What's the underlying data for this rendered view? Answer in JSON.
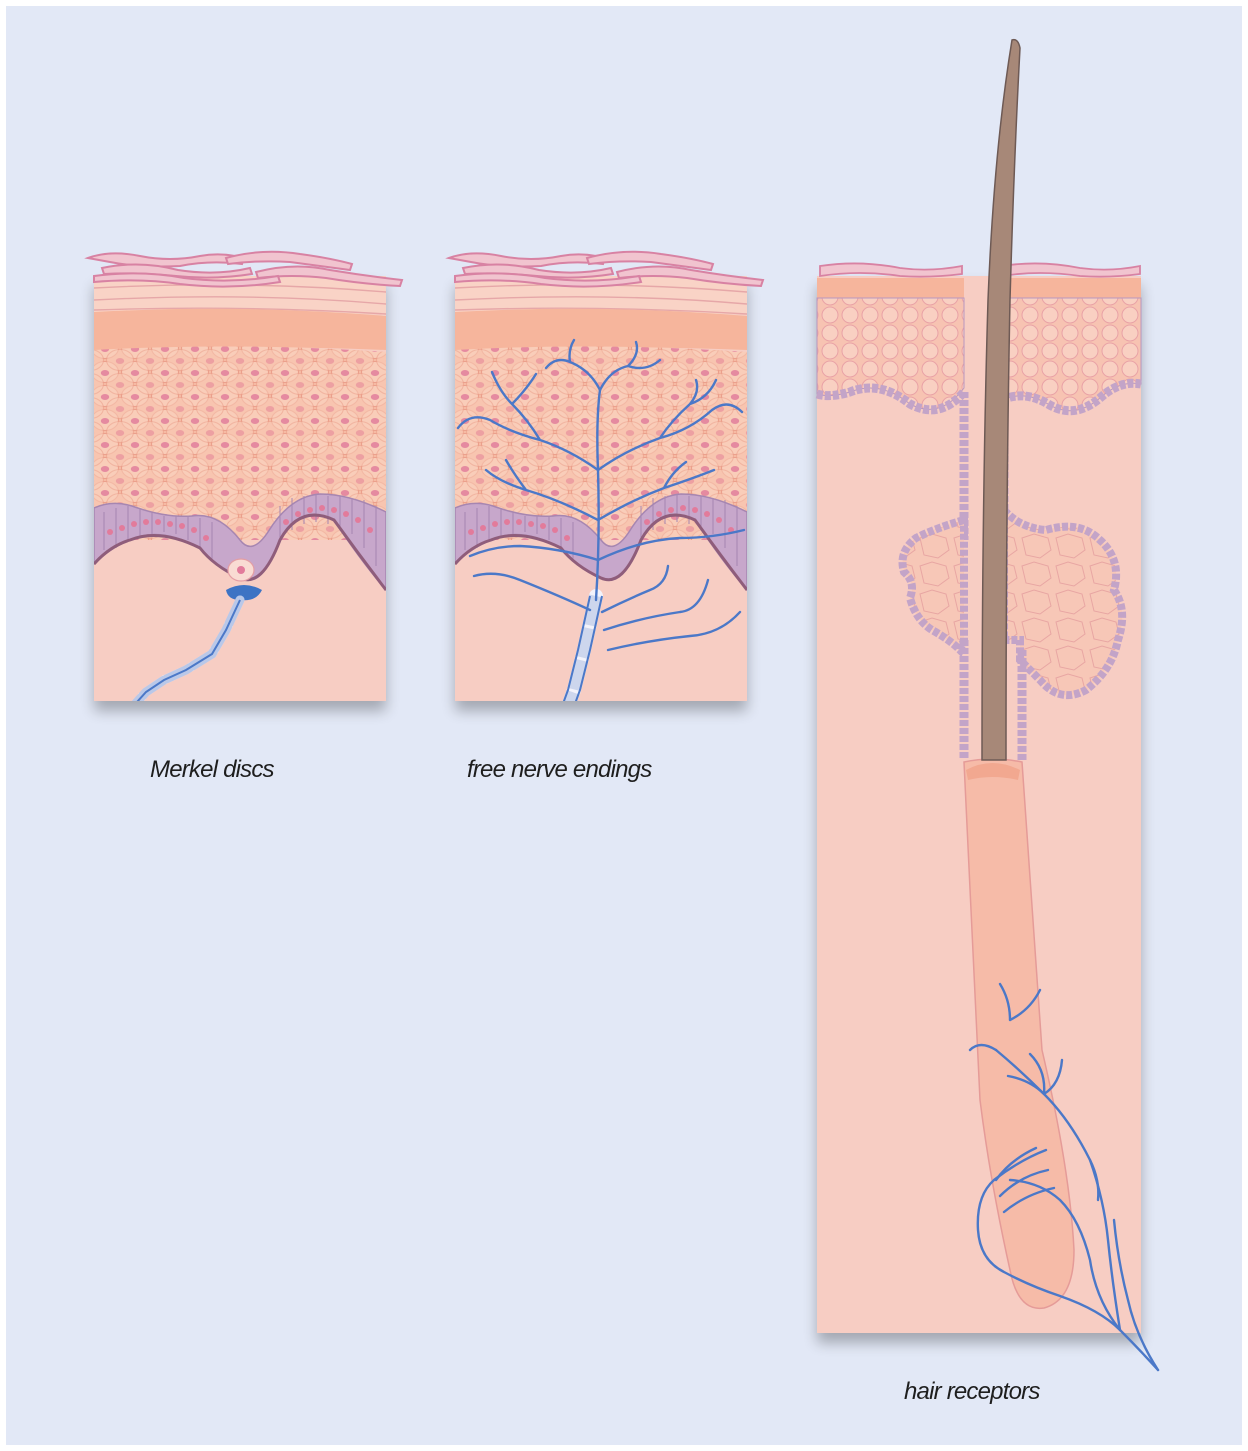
{
  "labels": {
    "merkel": "Merkel discs",
    "free_nerve": "free nerve endings",
    "hair": "hair receptors"
  },
  "colors": {
    "background": "#e2e8f6",
    "dermis": "#f7cdc3",
    "epidermis": "#f6bca6",
    "cell_outline": "#eaa08e",
    "nucleus": "#e07f9a",
    "basal_layer": "#c3a4c8",
    "stratum_corneum": "#dd93ad",
    "nerve": "#5b82c7",
    "hair_shaft": "#a78878"
  }
}
